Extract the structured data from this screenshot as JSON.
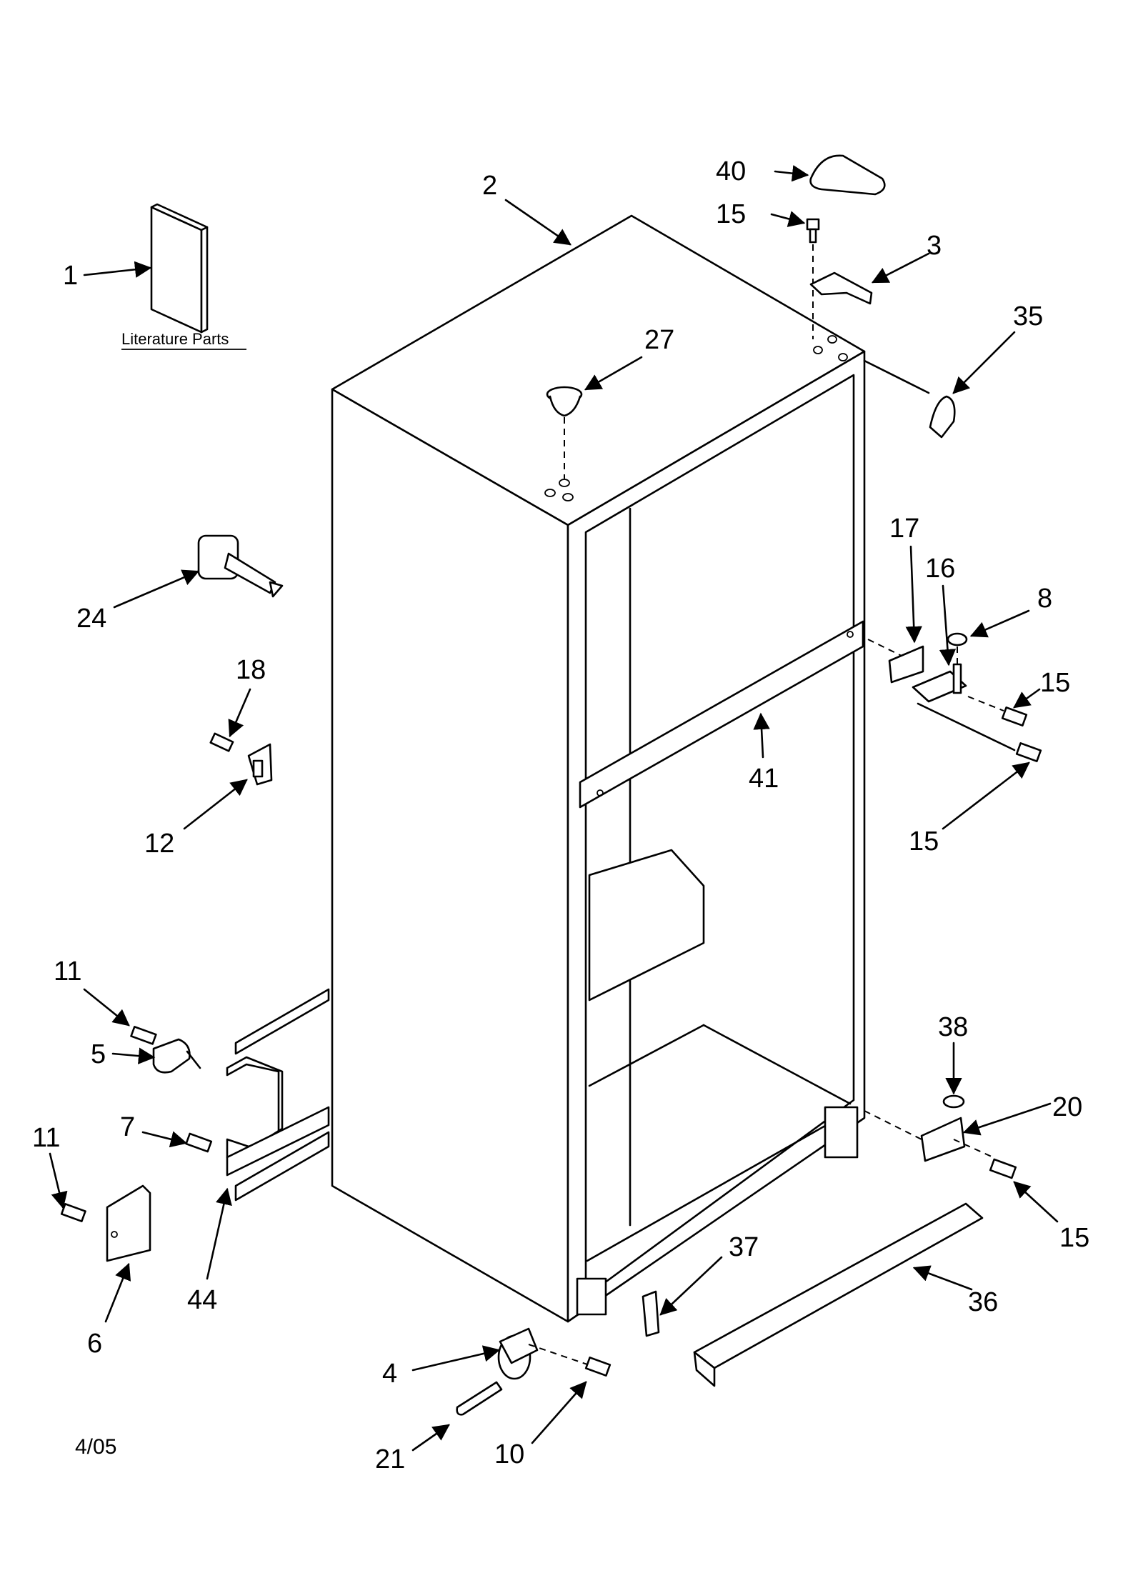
{
  "literature_label": "Literature Parts",
  "date_code": "4/05",
  "callouts": {
    "c1": "1",
    "c2": "2",
    "c3": "3",
    "c4": "4",
    "c5": "5",
    "c6": "6",
    "c7": "7",
    "c8": "8",
    "c10": "10",
    "c11a": "11",
    "c11b": "11",
    "c12": "12",
    "c15a": "15",
    "c15b": "15",
    "c15c": "15",
    "c15d": "15",
    "c16": "16",
    "c17": "17",
    "c18": "18",
    "c20": "20",
    "c21": "21",
    "c24": "24",
    "c27": "27",
    "c35": "35",
    "c36": "36",
    "c37": "37",
    "c38": "38",
    "c40": "40",
    "c41": "41",
    "c44": "44"
  }
}
